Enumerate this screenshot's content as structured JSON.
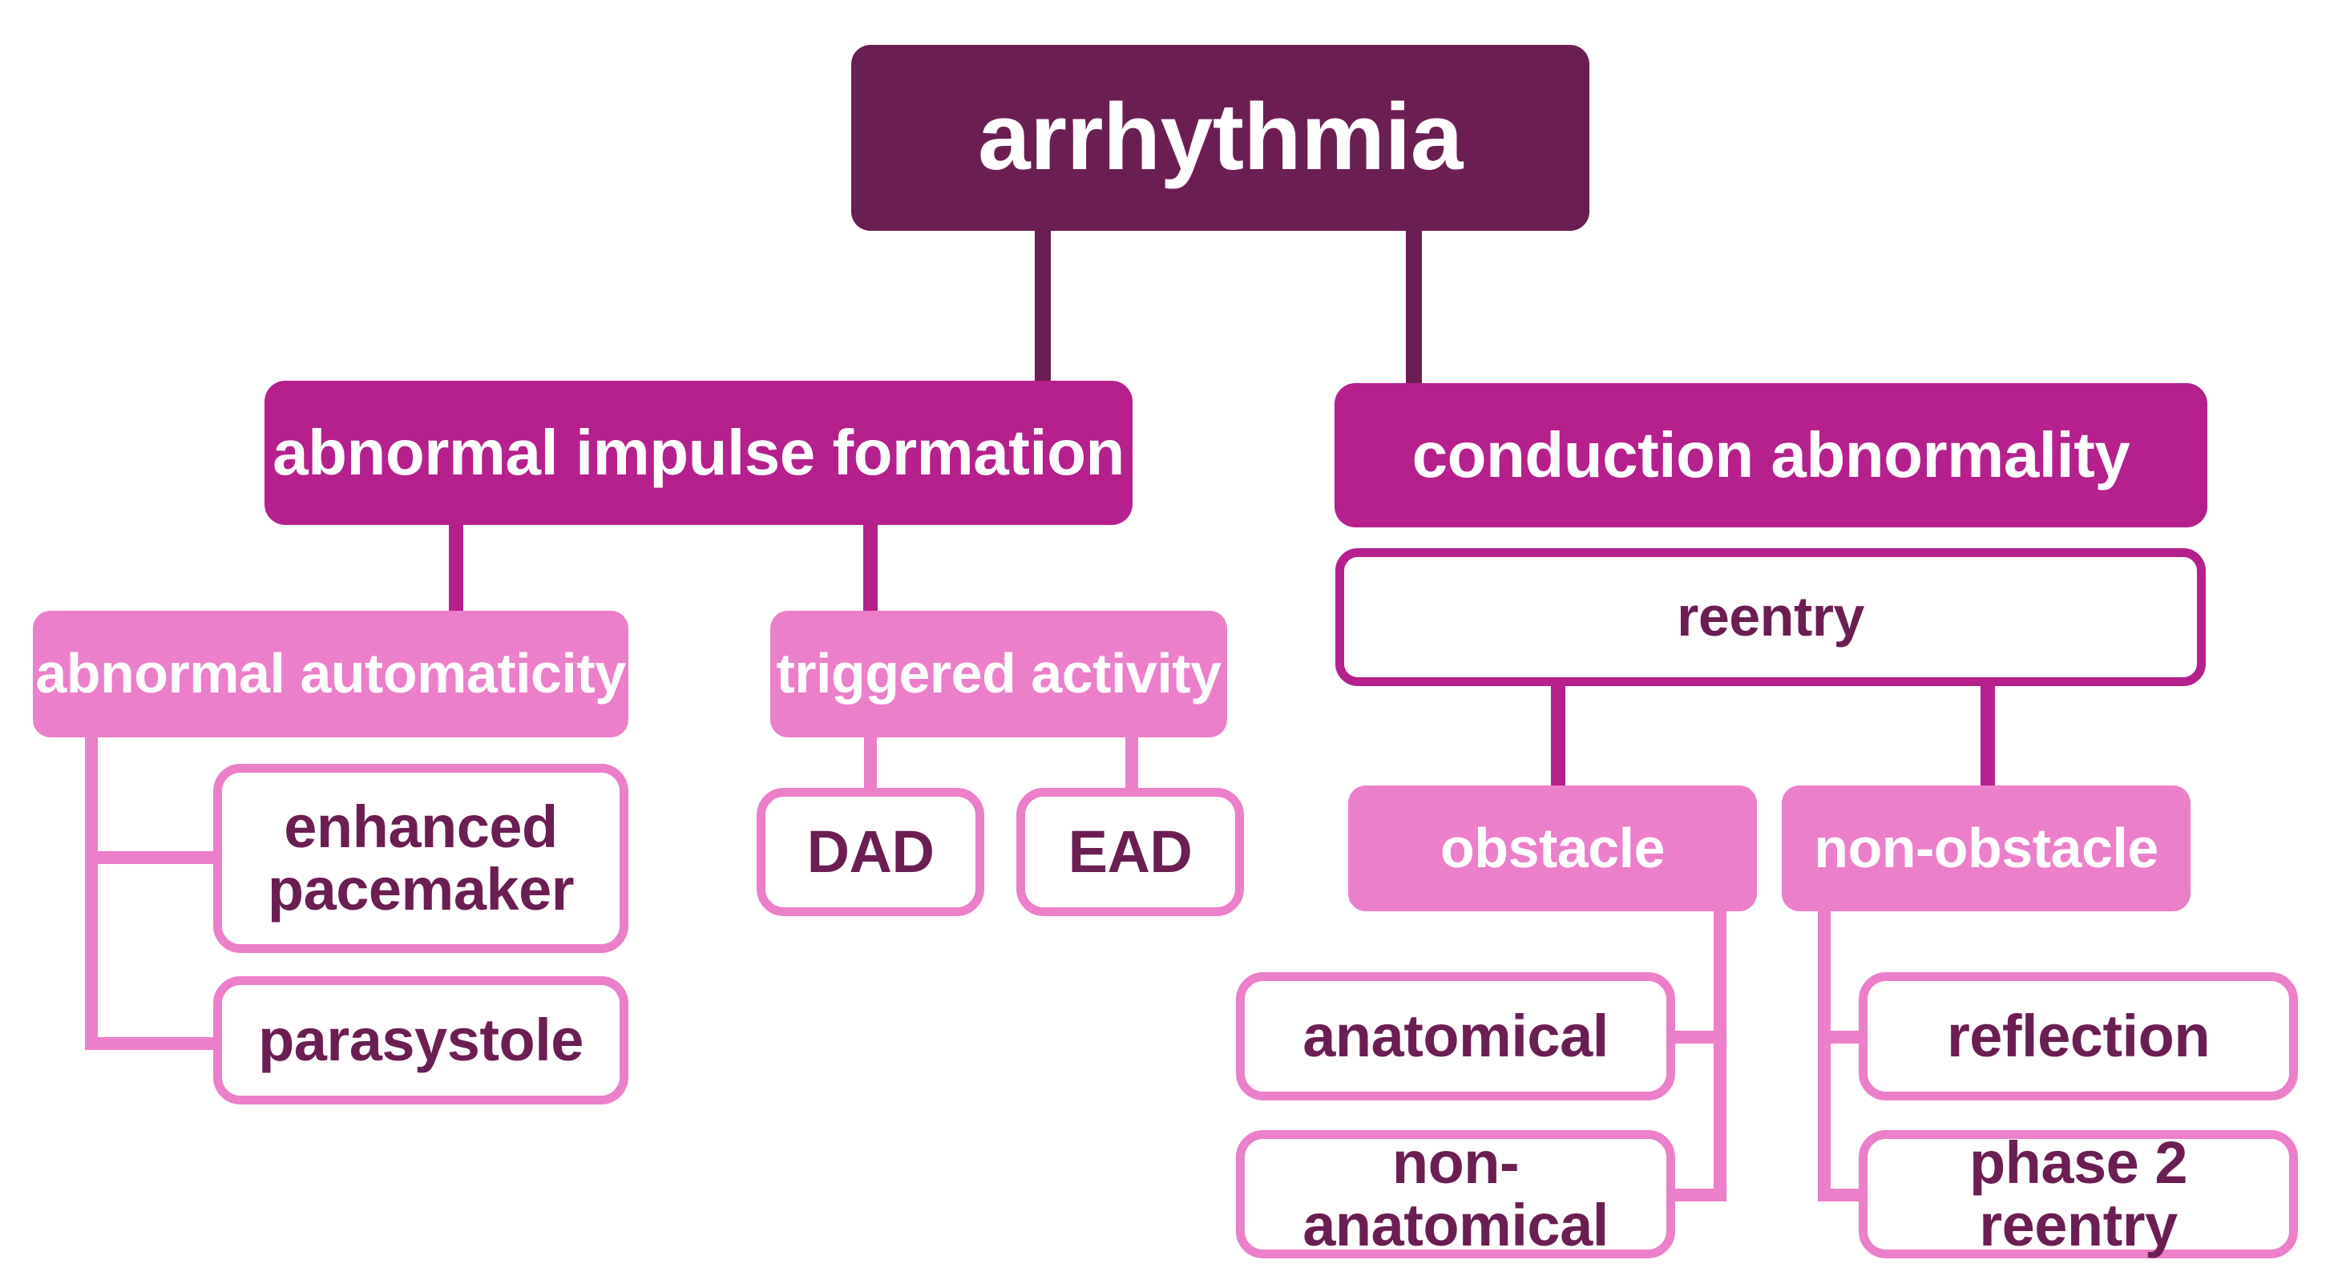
{
  "diagram": {
    "root": "arrhythmia",
    "branches": [
      {
        "label": "abnormal impulse formation"
      },
      {
        "label": "conduction abnormality"
      }
    ],
    "abnormal_automaticity": {
      "label": "abnormal automaticity",
      "children": [
        "enhanced pacemaker",
        "parasystole"
      ]
    },
    "triggered_activity": {
      "label": "triggered activity",
      "children": [
        "DAD",
        "EAD"
      ]
    },
    "reentry": {
      "label": "reentry"
    },
    "obstacle": {
      "label": "obstacle",
      "children": [
        "anatomical",
        "non-anatomical"
      ]
    },
    "non_obstacle": {
      "label": "non-obstacle",
      "children": [
        "reflection",
        "phase 2 reentry"
      ]
    }
  },
  "colors": {
    "root": "#6b1e52",
    "level1": "#b5208c",
    "level2": "#ec7fc9",
    "text_dark": "#6b1e52",
    "text_light": "#ffffff"
  }
}
